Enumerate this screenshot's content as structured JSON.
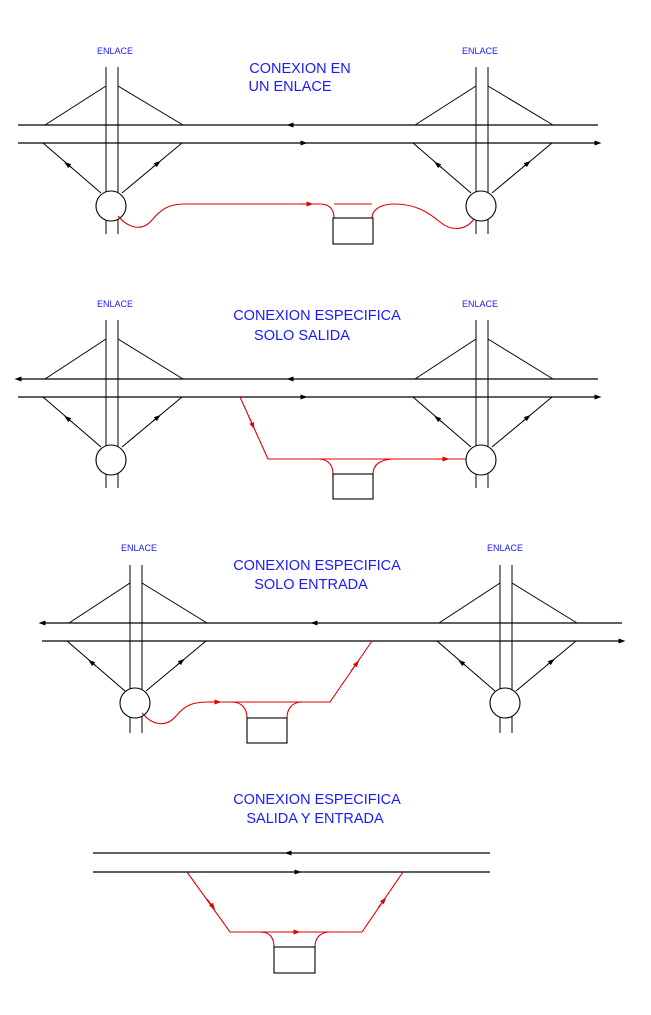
{
  "colors": {
    "text": "#1a1aff",
    "lines": "#000000",
    "connection": "#e00000"
  },
  "interchange_label": "ENLACE",
  "panels": [
    {
      "id": "un-enlace",
      "title_lines": [
        "CONEXION EN",
        "UN ENLACE"
      ]
    },
    {
      "id": "solo-salida",
      "title_lines": [
        "CONEXION ESPECIFICA",
        "SOLO SALIDA"
      ]
    },
    {
      "id": "solo-entrada",
      "title_lines": [
        "CONEXION ESPECIFICA",
        "SOLO ENTRADA"
      ]
    },
    {
      "id": "salida-entrada",
      "title_lines": [
        "CONEXION ESPECIFICA",
        "SALIDA Y ENTRADA"
      ]
    }
  ]
}
